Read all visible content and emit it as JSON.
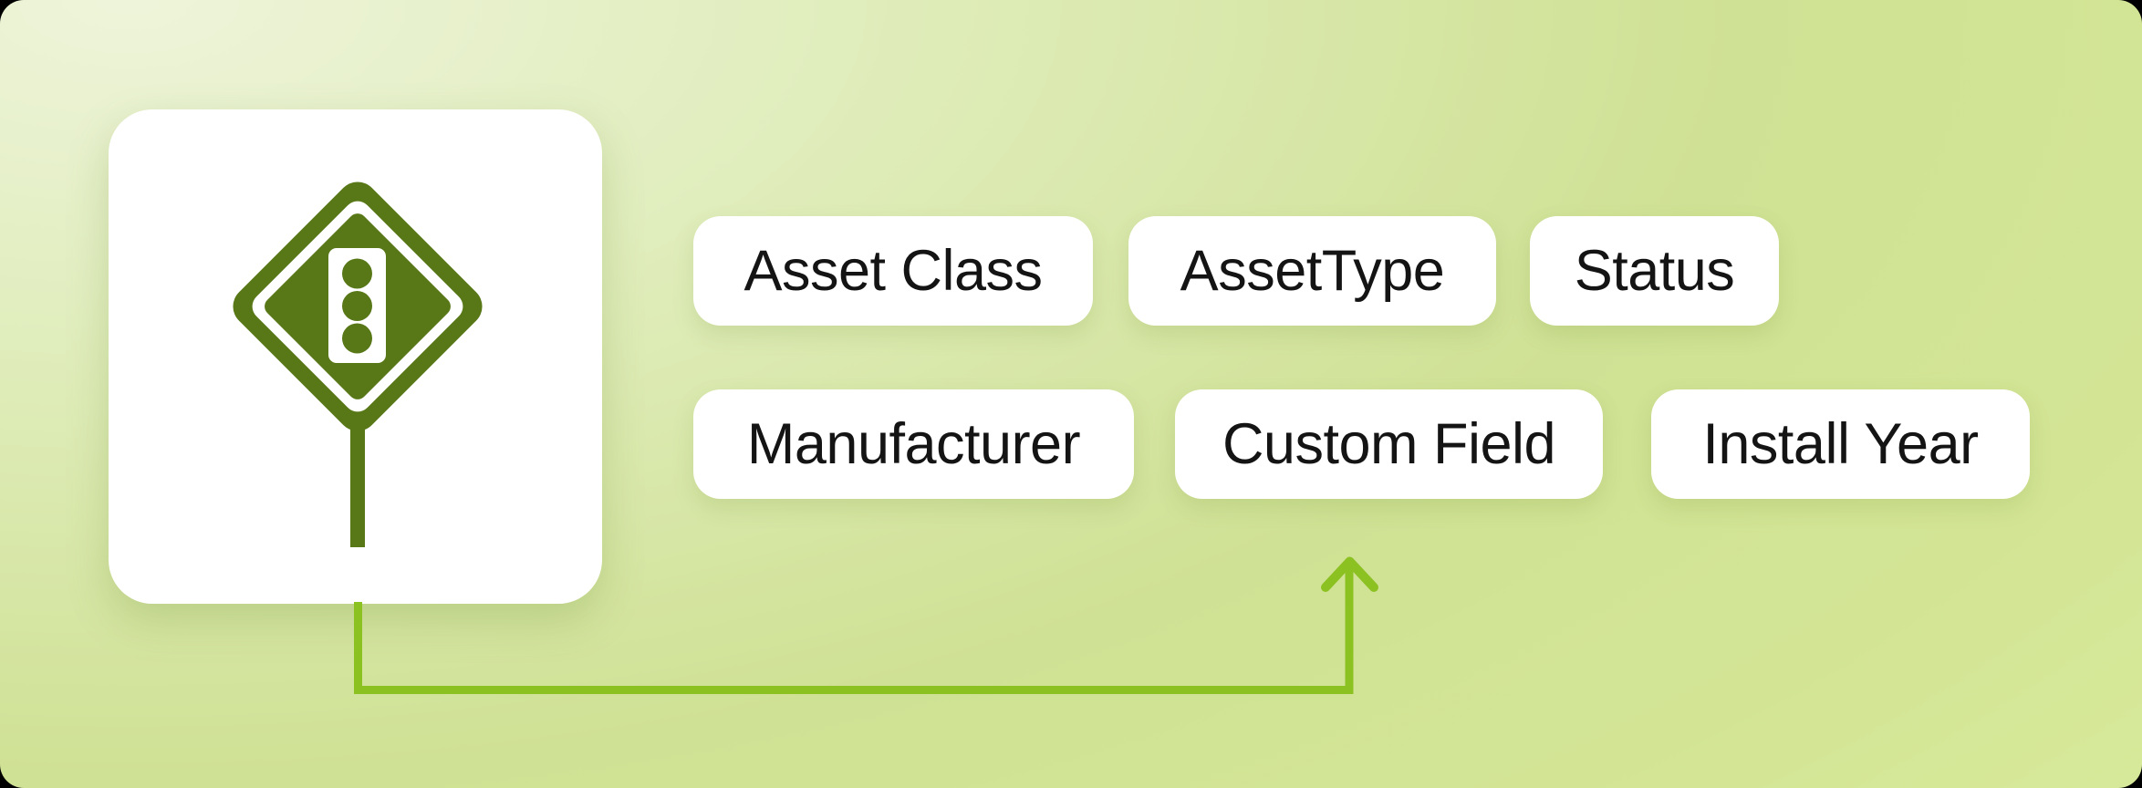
{
  "illustration": {
    "icon": "traffic-signal-sign-icon",
    "chips": [
      {
        "label": "Asset Class"
      },
      {
        "label": "AssetType"
      },
      {
        "label": "Status"
      },
      {
        "label": "Manufacturer"
      },
      {
        "label": "Custom Field"
      },
      {
        "label": "Install Year"
      }
    ],
    "arrow": {
      "from": "traffic-signal-sign-icon",
      "to": "Custom Field"
    },
    "colors": {
      "sign_olive": "#587818",
      "arrow_green": "#8cc122",
      "chip_text": "#141414",
      "surface_white": "#ffffff",
      "background_light": "#eef4da",
      "background_deep": "#cfe194"
    }
  }
}
